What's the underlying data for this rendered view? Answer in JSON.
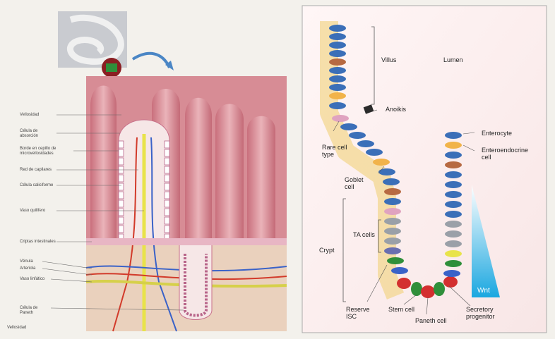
{
  "left_panel": {
    "labels": [
      "Vellosidad",
      "Célula de absorción",
      "Borde en cepillo de microvellosidades",
      "Red de capilares",
      "Célula caliciforme",
      "Vaso quilífero",
      "Criptas intestinales",
      "Vénula",
      "Arteriola",
      "Vaso linfático",
      "Célula de Paneth",
      "Vellosidad"
    ]
  },
  "right_panel": {
    "labels": {
      "villus": "Villus",
      "lumen": "Lumen",
      "anoikis": "Anoikis",
      "rare_cell_type": "Rare cell type",
      "enterocyte": "Enterocyte",
      "enteroendocrine_cell": "Enteroendocrine cell",
      "goblet_cell": "Goblet cell",
      "ta_cells": "TA cells",
      "crypt": "Crypt",
      "reserve_isc": "Reserve ISC",
      "stem_cell": "Stem cell",
      "paneth_cell": "Paneth cell",
      "secretory_progenitor": "Secretory progenitor",
      "wnt": "Wnt"
    }
  },
  "colors": {
    "tissue_pink": "#d98b94",
    "villus_pink": "#e6a7ad",
    "submucosa": "#ead1bd",
    "blue_cell": "#3b6fb8",
    "wnt_gradient_top": "#ffffff",
    "wnt_gradient_bottom": "#1aa7e0",
    "right_bg": "#fbeeee"
  }
}
